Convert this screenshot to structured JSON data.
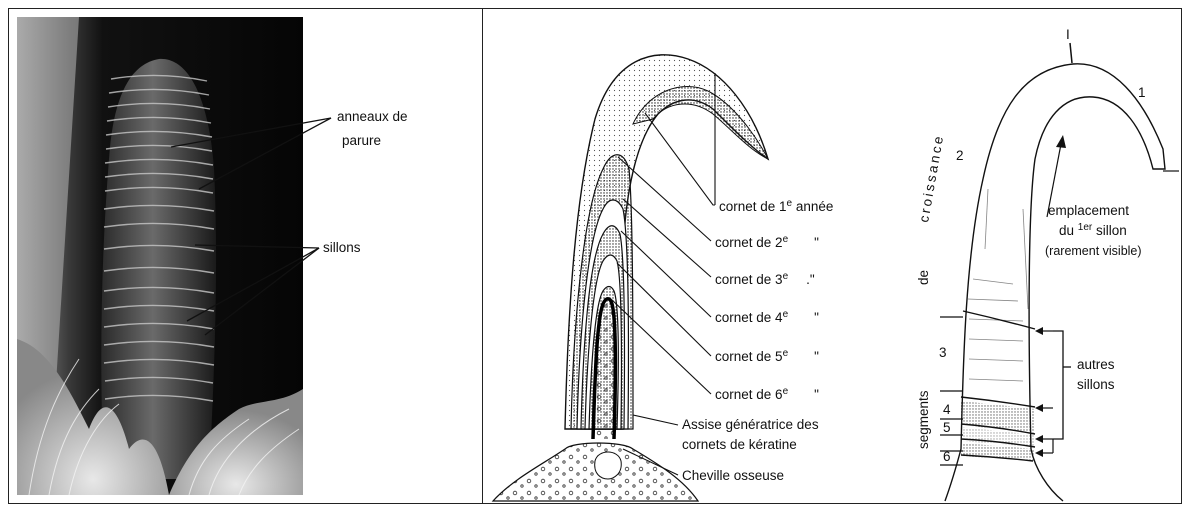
{
  "photo_labels": {
    "anneaux_line1": "anneaux de",
    "anneaux_line2": "parure",
    "sillons": "sillons"
  },
  "section_labels": {
    "cornet1_prefix": "cornet de 1",
    "cornet1_sup": "e",
    "cornet1_suffix": " année",
    "cornet_prefix": "cornet de ",
    "cornet2_num": "2",
    "cornet3_num": "3",
    "cornet4_num": "4",
    "cornet5_num": "5",
    "cornet6_num": "6",
    "sup_e": "e",
    "ditto": "\"",
    "ditto3": ".\"",
    "assise_line1": "Assise génératrice des",
    "assise_line2": "cornets de kératine",
    "cheville": "Cheville osseuse"
  },
  "growth_labels": {
    "axis_word1": "segments",
    "axis_word2": "de",
    "axis_word3": "croissance",
    "seg1": "1",
    "seg2": "2",
    "seg3": "3",
    "seg4": "4",
    "seg5": "5",
    "seg6": "6",
    "emplacement_line1": "emplacement",
    "emplacement_line2_pre": "du ",
    "emplacement_sup": "1er",
    "emplacement_line2_post": " sillon",
    "emplacement_line3": "(rarement visible)",
    "autres_line1": "autres",
    "autres_line2": "sillons",
    "top_mark": "I"
  }
}
